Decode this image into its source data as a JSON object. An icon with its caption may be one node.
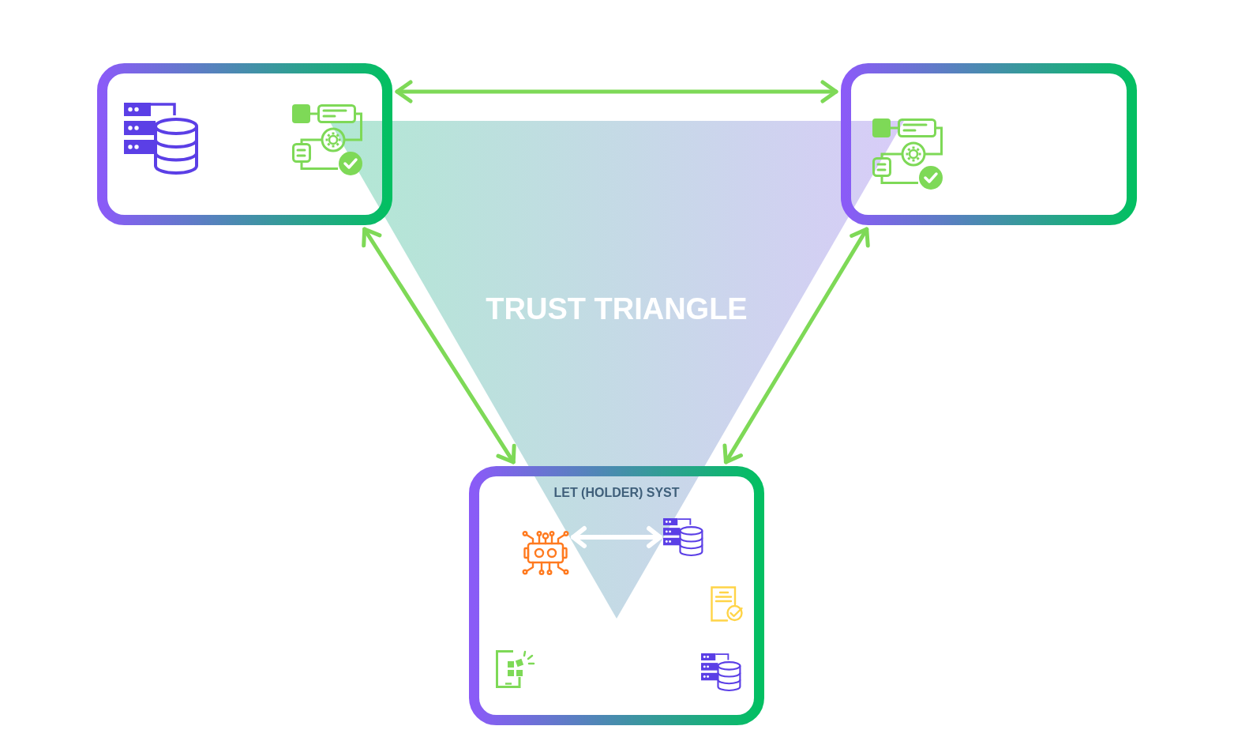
{
  "diagram": {
    "title": "TRUST TRIANGLE",
    "nodes": [
      {
        "text": [],
        "shape": "box"
      },
      {
        "text": [],
        "shape": "box"
      },
      {
        "text": [
          "LET (HOLDER) SYST"
        ]
      },
      {
        "text": [],
        "shape": "picture",
        "in": 2
      },
      {
        "text": [],
        "shape": "picture",
        "in": 2
      }
    ],
    "edges": [
      {
        "from": 0,
        "to": 1,
        "arrow": "both"
      },
      {
        "from": 0,
        "to": 2,
        "arrow": "both"
      },
      {
        "from": 1,
        "to": 2,
        "arrow": "both"
      },
      {
        "from": 3,
        "to": 4,
        "arrow": "both",
        "color": "#ffffff"
      }
    ]
  }
}
